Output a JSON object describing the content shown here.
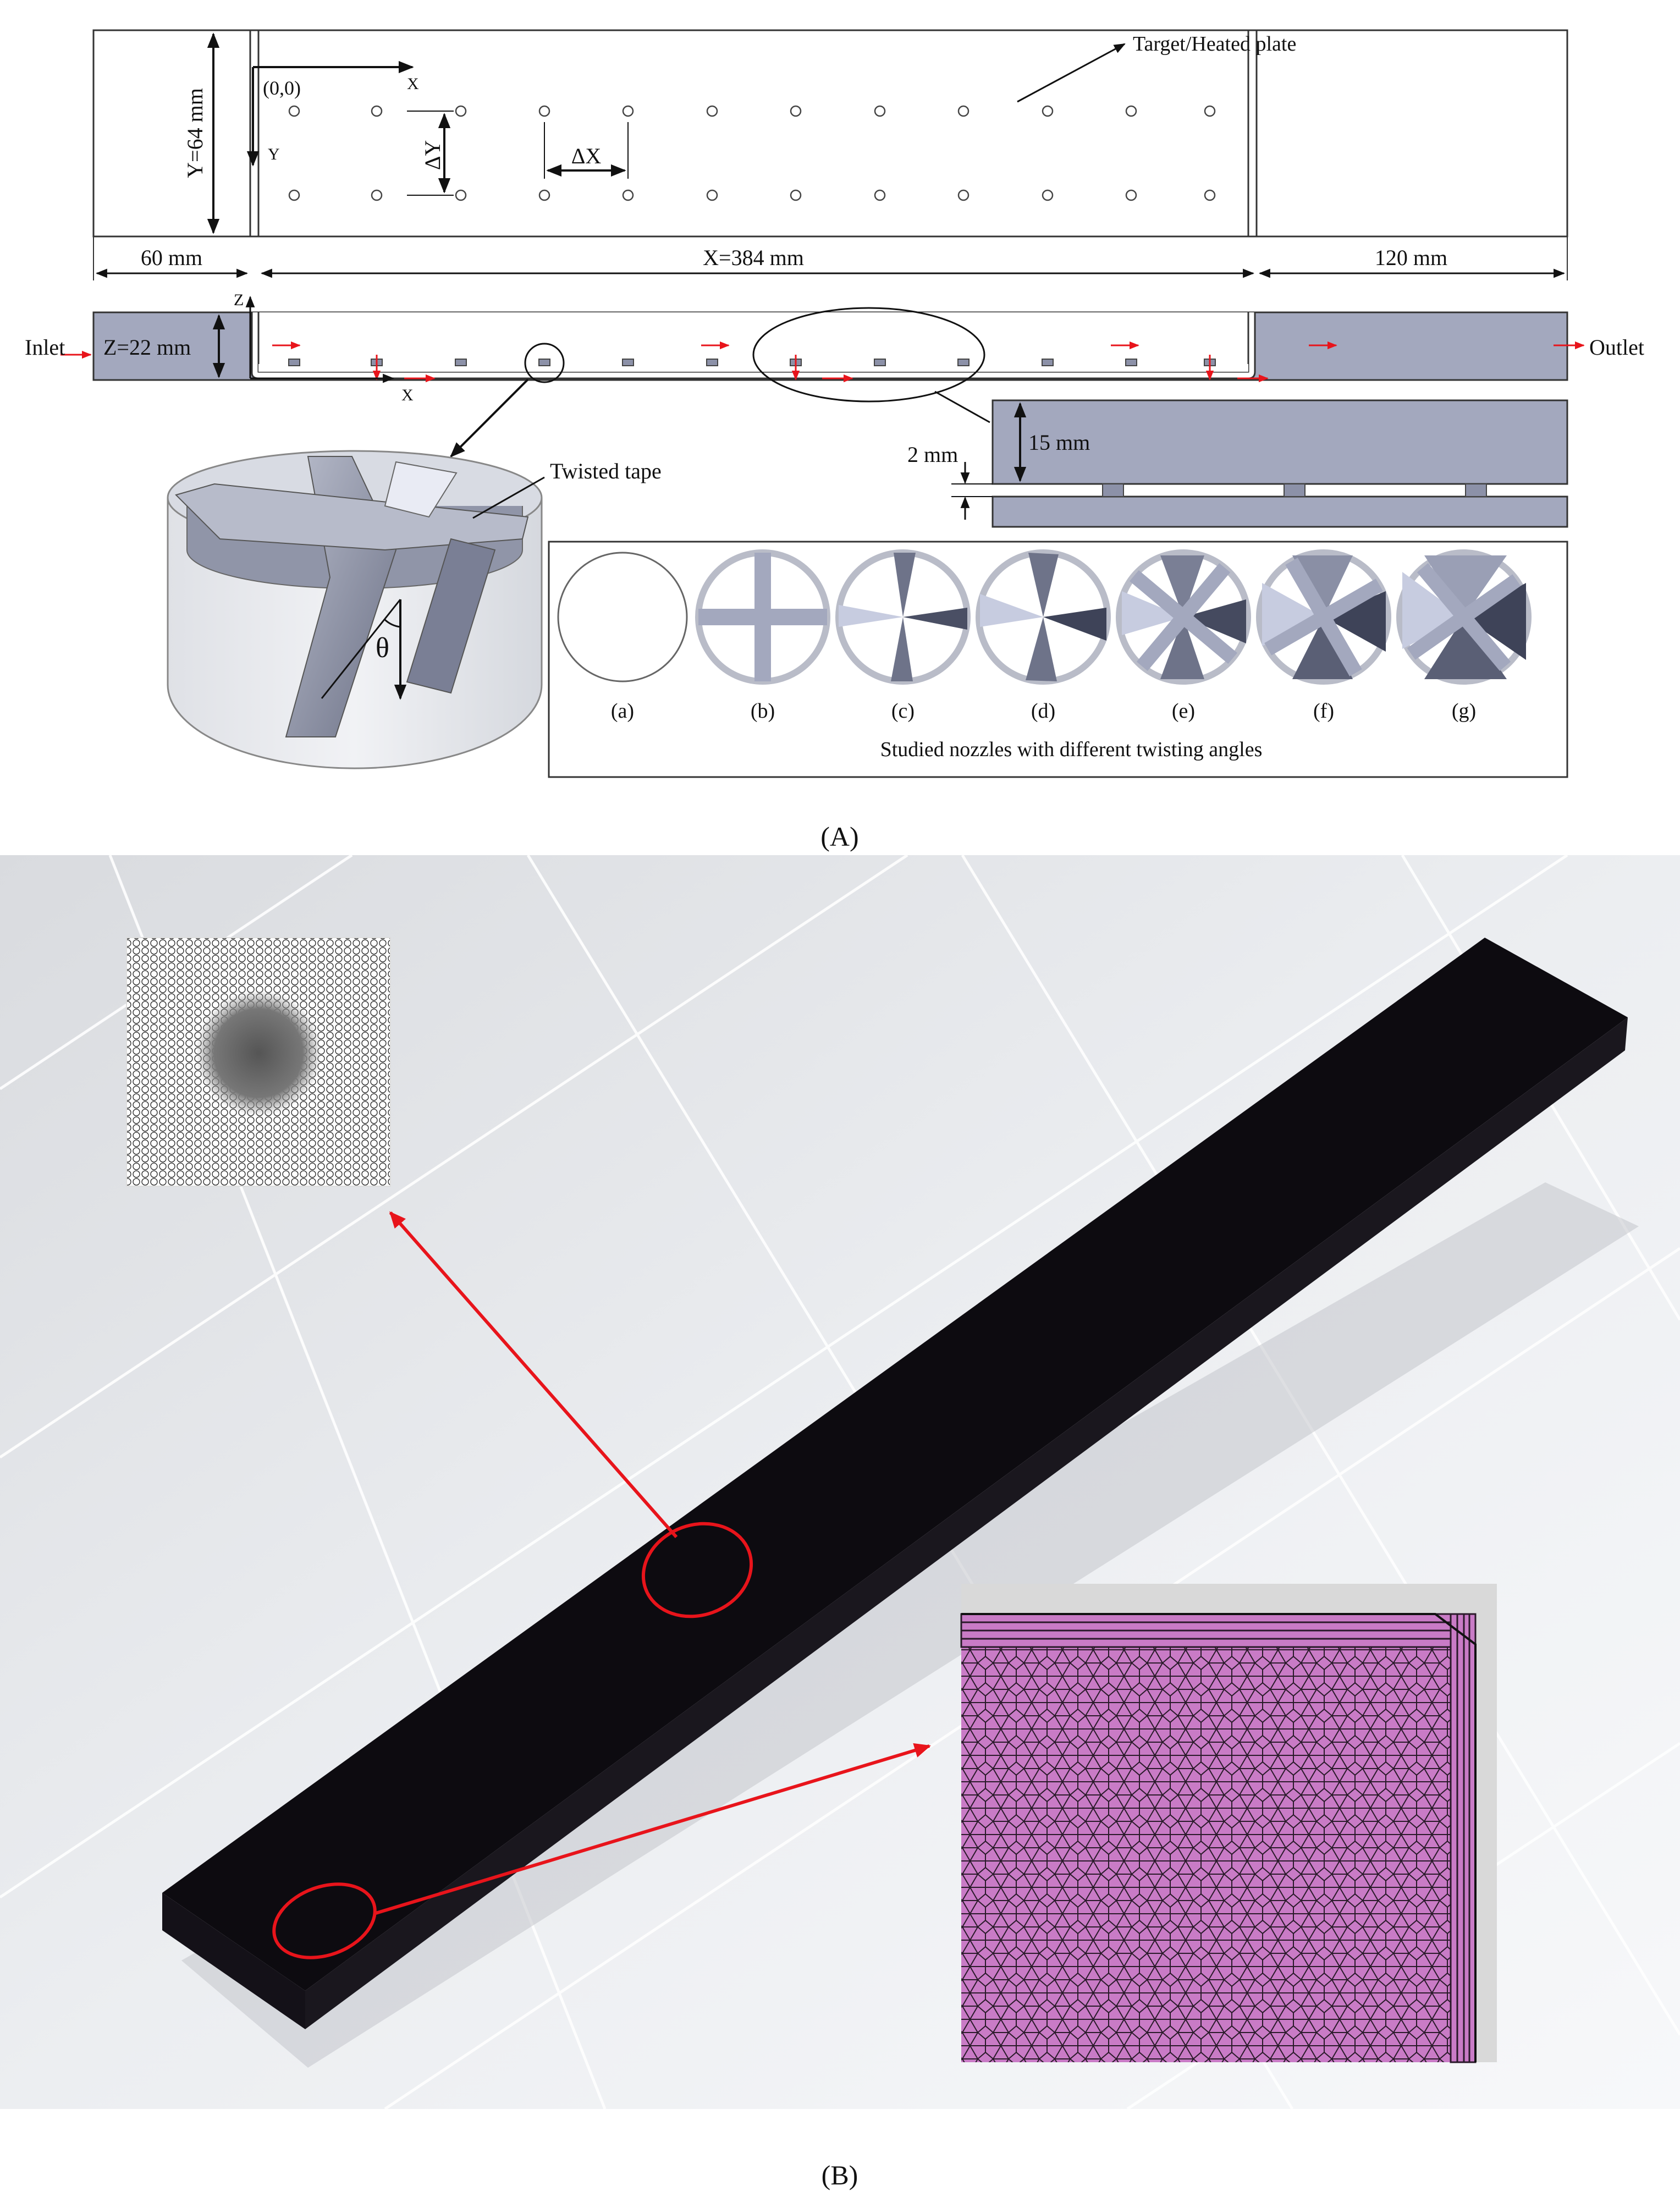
{
  "panel_a": {
    "label": "(A)",
    "top_view": {
      "target_label": "Target/Heated plate",
      "origin_label": "(0,0)",
      "x_axis_label": "X",
      "y_axis_label": "Y",
      "dy_label": "ΔY",
      "dx_label": "ΔX",
      "height_label": "Y=64 mm",
      "left_len_label": "60 mm",
      "mid_len_label": "X=384 mm",
      "right_len_label": "120 mm"
    },
    "side_view": {
      "inlet_label": "Inlet",
      "outlet_label": "Outlet",
      "z_dim_label": "Z=22 mm",
      "z_axis_label": "Z",
      "x_axis_label": "X"
    },
    "detail_view": {
      "gap_label": "2 mm",
      "height_label": "15 mm"
    },
    "nozzle_3d": {
      "tape_label": "Twisted tape",
      "angle_label": "θ"
    },
    "nozzle_set": {
      "caption": "Studied nozzles with different twisting angles",
      "labels": [
        "(a)",
        "(b)",
        "(c)",
        "(d)",
        "(e)",
        "(f)",
        "(g)"
      ]
    }
  },
  "panel_b": {
    "label": "(B)"
  },
  "colors": {
    "channel_fill": "#a3a8be",
    "mesh_pink": "#c97bc6",
    "arrow_red": "#e8141b",
    "block_black": "#0d0b10"
  }
}
